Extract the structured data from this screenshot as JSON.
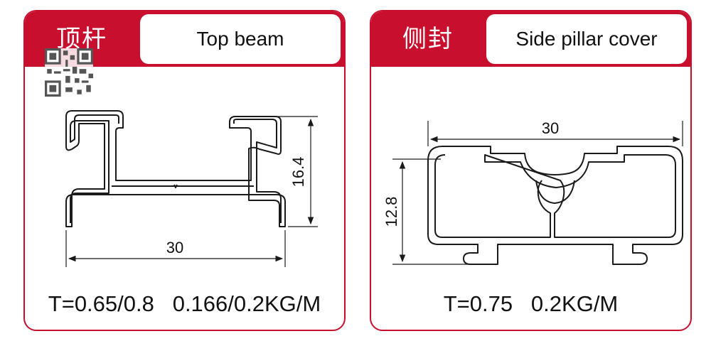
{
  "colors": {
    "accent": "#c8102e",
    "profile_stroke": "#1a1a1a"
  },
  "left_panel": {
    "cn_title": "顶杆",
    "en_title": "Top beam",
    "width_dim": "30",
    "height_dim": "16.4",
    "spec": "T=0.65/0.8   0.166/0.2KG/M",
    "qr_icon": "qr-code-icon"
  },
  "right_panel": {
    "cn_title": "侧封",
    "en_title": "Side pillar cover",
    "width_dim": "30",
    "height_dim": "12.8",
    "spec": "T=0.75   0.2KG/M"
  }
}
